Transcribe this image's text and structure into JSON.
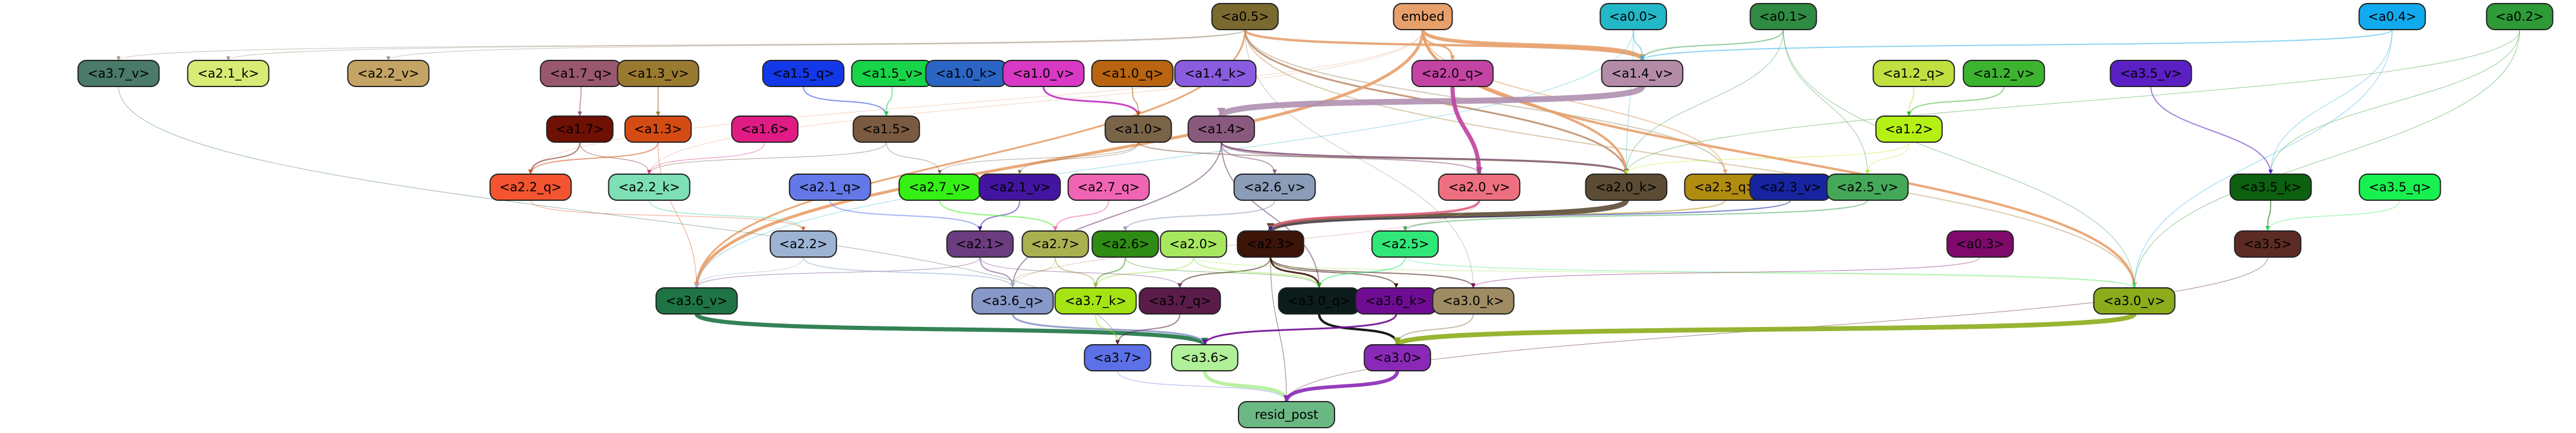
{
  "nodes": [
    {
      "id": "a0.5",
      "label": "<a0.5>",
      "color": "#7a6a30",
      "text": "#000000"
    },
    {
      "id": "embed",
      "label": "embed",
      "color": "#e8a06a",
      "text": "#000000"
    },
    {
      "id": "a0.0",
      "label": "<a0.0>",
      "color": "#22b8c8",
      "text": "#000000"
    },
    {
      "id": "a0.1",
      "label": "<a0.1>",
      "color": "#2f8a42",
      "text": "#000000"
    },
    {
      "id": "a0.4",
      "label": "<a0.4>",
      "color": "#12aaee",
      "text": "#000000"
    },
    {
      "id": "a0.2",
      "label": "<a0.2>",
      "color": "#2e9a38",
      "text": "#000000"
    },
    {
      "id": "a3.7_v",
      "label": "<a3.7_v>",
      "color": "#4a7a68",
      "text": "#000000"
    },
    {
      "id": "a2.1_k",
      "label": "<a2.1_k>",
      "color": "#d6ec74",
      "text": "#000000"
    },
    {
      "id": "a2.2_v",
      "label": "<a2.2_v>",
      "color": "#c4a464",
      "text": "#000000"
    },
    {
      "id": "a1.7_q",
      "label": "<a1.7_q>",
      "color": "#9a5870",
      "text": "#000000"
    },
    {
      "id": "a1.3_v",
      "label": "<a1.3_v>",
      "color": "#9a7a30",
      "text": "#000000"
    },
    {
      "id": "a1.5_q",
      "label": "<a1.5_q>",
      "color": "#1238e8",
      "text": "#000000"
    },
    {
      "id": "a1.5_v",
      "label": "<a1.5_v>",
      "color": "#18d448",
      "text": "#000000"
    },
    {
      "id": "a1.0_k",
      "label": "<a1.0_k>",
      "color": "#2c66c4",
      "text": "#000000"
    },
    {
      "id": "a1.0_v",
      "label": "<a1.0_v>",
      "color": "#d838c4",
      "text": "#000000"
    },
    {
      "id": "a1.0_q",
      "label": "<a1.0_q>",
      "color": "#b86410",
      "text": "#000000"
    },
    {
      "id": "a1.4_k",
      "label": "<a1.4_k>",
      "color": "#8a5ce0",
      "text": "#000000"
    },
    {
      "id": "a2.0_q",
      "label": "<a2.0_q>",
      "color": "#c444a4",
      "text": "#000000"
    },
    {
      "id": "a1.4_v",
      "label": "<a1.4_v>",
      "color": "#b48ca8",
      "text": "#000000"
    },
    {
      "id": "a1.2_q",
      "label": "<a1.2_q>",
      "color": "#c0e040",
      "text": "#000000"
    },
    {
      "id": "a1.2_v",
      "label": "<a1.2_v>",
      "color": "#3cb430",
      "text": "#000000"
    },
    {
      "id": "a3.5_v",
      "label": "<a3.5_v>",
      "color": "#5a20c4",
      "text": "#000000"
    },
    {
      "id": "a1.7",
      "label": "<a1.7>",
      "color": "#6e1004",
      "text": "#000000"
    },
    {
      "id": "a1.3",
      "label": "<a1.3>",
      "color": "#d44c14",
      "text": "#000000"
    },
    {
      "id": "a1.6",
      "label": "<a1.6>",
      "color": "#e01c84",
      "text": "#000000"
    },
    {
      "id": "a1.5",
      "label": "<a1.5>",
      "color": "#7a5a40",
      "text": "#000000"
    },
    {
      "id": "a1.0",
      "label": "<a1.0>",
      "color": "#7a6448",
      "text": "#000000"
    },
    {
      "id": "a1.4",
      "label": "<a1.4>",
      "color": "#8a5a7e",
      "text": "#000000"
    },
    {
      "id": "a1.2",
      "label": "<a1.2>",
      "color": "#b4f014",
      "text": "#000000"
    },
    {
      "id": "a2.2_q",
      "label": "<a2.2_q>",
      "color": "#f45430",
      "text": "#000000"
    },
    {
      "id": "a2.2_k",
      "label": "<a2.2_k>",
      "color": "#7ce0b4",
      "text": "#000000"
    },
    {
      "id": "a2.1_q",
      "label": "<a2.1_q>",
      "color": "#6478e8",
      "text": "#000000"
    },
    {
      "id": "a2.7_v",
      "label": "<a2.7_v>",
      "color": "#34f014",
      "text": "#000000"
    },
    {
      "id": "a2.1_v",
      "label": "<a2.1_v>",
      "color": "#4214a0",
      "text": "#000000"
    },
    {
      "id": "a2.7_q",
      "label": "<a2.7_q>",
      "color": "#f064b4",
      "text": "#000000"
    },
    {
      "id": "a2.6_v",
      "label": "<a2.6_v>",
      "color": "#8a9cb8",
      "text": "#000000"
    },
    {
      "id": "a2.0_v",
      "label": "<a2.0_v>",
      "color": "#ee7080",
      "text": "#000000"
    },
    {
      "id": "a2.0_k",
      "label": "<a2.0_k>",
      "color": "#5c4c34",
      "text": "#000000"
    },
    {
      "id": "a2.3_q",
      "label": "<a2.3_q>",
      "color": "#b08c10",
      "text": "#000000"
    },
    {
      "id": "a2.3_v",
      "label": "<a2.3_v>",
      "color": "#1624a0",
      "text": "#000000"
    },
    {
      "id": "a2.5_v",
      "label": "<a2.5_v>",
      "color": "#44a858",
      "text": "#000000"
    },
    {
      "id": "a3.5_k",
      "label": "<a3.5_k>",
      "color": "#0c6010",
      "text": "#000000"
    },
    {
      "id": "a3.5_q",
      "label": "<a3.5_q>",
      "color": "#18f050",
      "text": "#000000"
    },
    {
      "id": "a2.2",
      "label": "<a2.2>",
      "color": "#9cb4d4",
      "text": "#000000"
    },
    {
      "id": "a2.1",
      "label": "<a2.1>",
      "color": "#6c3c80",
      "text": "#000000"
    },
    {
      "id": "a2.7",
      "label": "<a2.7>",
      "color": "#aab050",
      "text": "#000000"
    },
    {
      "id": "a2.6",
      "label": "<a2.6>",
      "color": "#2e8c14",
      "text": "#000000"
    },
    {
      "id": "a2.0",
      "label": "<a2.0>",
      "color": "#a8e860",
      "text": "#000000"
    },
    {
      "id": "a2.3",
      "label": "<a2.3>",
      "color": "#3c1408",
      "text": "#000000"
    },
    {
      "id": "a2.5",
      "label": "<a2.5>",
      "color": "#30e878",
      "text": "#000000"
    },
    {
      "id": "a0.3",
      "label": "<a0.3>",
      "color": "#800a6c",
      "text": "#000000"
    },
    {
      "id": "a3.5",
      "label": "<a3.5>",
      "color": "#5c2c24",
      "text": "#000000"
    },
    {
      "id": "a3.6_v",
      "label": "<a3.6_v>",
      "color": "#1e7444",
      "text": "#000000"
    },
    {
      "id": "a3.6_q",
      "label": "<a3.6_q>",
      "color": "#8898c8",
      "text": "#000000"
    },
    {
      "id": "a3.7_k",
      "label": "<a3.7_k>",
      "color": "#a4e414",
      "text": "#000000"
    },
    {
      "id": "a3.7_q",
      "label": "<a3.7_q>",
      "color": "#5a1c48",
      "text": "#000000"
    },
    {
      "id": "a3.0_q",
      "label": "<a3.0_q>",
      "color": "#0c1c1c",
      "text": "#000000"
    },
    {
      "id": "a3.6_k",
      "label": "<a3.6_k>",
      "color": "#700c94",
      "text": "#000000"
    },
    {
      "id": "a3.0_k",
      "label": "<a3.0_k>",
      "color": "#a08c64",
      "text": "#000000"
    },
    {
      "id": "a3.0_v",
      "label": "<a3.0_v>",
      "color": "#8cac1c",
      "text": "#000000"
    },
    {
      "id": "a3.7",
      "label": "<a3.7>",
      "color": "#5c70e8",
      "text": "#000000"
    },
    {
      "id": "a3.6",
      "label": "<a3.6>",
      "color": "#b0f098",
      "text": "#000000"
    },
    {
      "id": "a3.0",
      "label": "<a3.0>",
      "color": "#8a28b8",
      "text": "#000000"
    },
    {
      "id": "resid_post",
      "label": "resid_post",
      "color": "#6cb884",
      "text": "#000000"
    }
  ],
  "edges": [
    {
      "from": "a0.5",
      "to": "a1.4_v",
      "color": "#e4a070",
      "weight": 4
    },
    {
      "from": "a0.5",
      "to": "a2.0_k",
      "color": "#c09070",
      "weight": 3
    },
    {
      "from": "a0.5",
      "to": "a3.6_v",
      "color": "#e8a06a",
      "weight": 3
    },
    {
      "from": "a0.5",
      "to": "a3.0_v",
      "color": "#c0a070",
      "weight": 2
    },
    {
      "from": "a0.5",
      "to": "a2.3_q",
      "color": "#b0a080",
      "weight": 2
    },
    {
      "from": "a0.5",
      "to": "a3.7_v",
      "color": "#a09080",
      "weight": 1
    },
    {
      "from": "a0.5",
      "to": "a2.1_k",
      "color": "#a09080",
      "weight": 1
    },
    {
      "from": "a0.5",
      "to": "a2.2_v",
      "color": "#a09080",
      "weight": 1
    },
    {
      "from": "a0.5",
      "to": "a3.0_k",
      "color": "#a09080",
      "weight": 1
    },
    {
      "from": "embed",
      "to": "a1.4_v",
      "color": "#e8a06a",
      "weight": 6
    },
    {
      "from": "embed",
      "to": "a2.0_q",
      "color": "#e8a06a",
      "weight": 3
    },
    {
      "from": "embed",
      "to": "a2.0_k",
      "color": "#e8a06a",
      "weight": 4
    },
    {
      "from": "embed",
      "to": "a3.6_v",
      "color": "#e8a06a",
      "weight": 5
    },
    {
      "from": "embed",
      "to": "a3.0_v",
      "color": "#e8a06a",
      "weight": 4
    },
    {
      "from": "embed",
      "to": "a2.3_q",
      "color": "#e8a06a",
      "weight": 2
    },
    {
      "from": "embed",
      "to": "a2.2_k",
      "color": "#e8b090",
      "weight": 1
    },
    {
      "from": "embed",
      "to": "a2.2_q",
      "color": "#e8b090",
      "weight": 1
    },
    {
      "from": "a0.0",
      "to": "a1.4_v",
      "color": "#40c0d0",
      "weight": 2
    },
    {
      "from": "a0.0",
      "to": "a2.0_k",
      "color": "#40c0d0",
      "weight": 1
    },
    {
      "from": "a0.0",
      "to": "a3.6_v",
      "color": "#40c0d0",
      "weight": 1
    },
    {
      "from": "a0.1",
      "to": "a1.4_v",
      "color": "#40a050",
      "weight": 2
    },
    {
      "from": "a0.1",
      "to": "a2.0_k",
      "color": "#40a050",
      "weight": 1
    },
    {
      "from": "a0.1",
      "to": "a3.0_v",
      "color": "#40a050",
      "weight": 1
    },
    {
      "from": "a0.1",
      "to": "a2.5_v",
      "color": "#40a050",
      "weight": 1
    },
    {
      "from": "a0.4",
      "to": "a1.4_v",
      "color": "#30b0e8",
      "weight": 2
    },
    {
      "from": "a0.4",
      "to": "a3.5_k",
      "color": "#30b0e8",
      "weight": 1
    },
    {
      "from": "a0.4",
      "to": "a3.0_v",
      "color": "#30b0e8",
      "weight": 1
    },
    {
      "from": "a0.2",
      "to": "a3.5_k",
      "color": "#40a040",
      "weight": 1
    },
    {
      "from": "a0.2",
      "to": "a2.0_k",
      "color": "#40a040",
      "weight": 1
    },
    {
      "from": "a0.2",
      "to": "a3.0_v",
      "color": "#40a040",
      "weight": 1
    },
    {
      "from": "a1.4_v",
      "to": "a1.4",
      "color": "#b090b0",
      "weight": 10
    },
    {
      "from": "a2.0_q",
      "to": "a2.0_v",
      "color": "#c040a0",
      "weight": 7
    },
    {
      "from": "a1.0_v",
      "to": "a1.0",
      "color": "#c030c0",
      "weight": 3
    },
    {
      "from": "a1.0_q",
      "to": "a1.0",
      "color": "#b06010",
      "weight": 2
    },
    {
      "from": "a1.5_q",
      "to": "a1.5",
      "color": "#1840e0",
      "weight": 2
    },
    {
      "from": "a1.5_v",
      "to": "a1.5",
      "color": "#20d050",
      "weight": 2
    },
    {
      "from": "a1.7_q",
      "to": "a1.7",
      "color": "#9a5870",
      "weight": 2
    },
    {
      "from": "a1.3_v",
      "to": "a1.3",
      "color": "#9a7a30",
      "weight": 2
    },
    {
      "from": "a1.2_q",
      "to": "a1.2",
      "color": "#c0e040",
      "weight": 2
    },
    {
      "from": "a1.2_v",
      "to": "a1.2",
      "color": "#3cb430",
      "weight": 2
    },
    {
      "from": "a3.5_v",
      "to": "a3.5_k",
      "color": "#5a20c4",
      "weight": 2
    },
    {
      "from": "a1.4",
      "to": "a2.0_k",
      "color": "#8a5a7e",
      "weight": 3
    },
    {
      "from": "a1.4",
      "to": "a2.0_v",
      "color": "#8a5a7e",
      "weight": 2
    },
    {
      "from": "a1.4",
      "to": "a2.6_v",
      "color": "#8a5a7e",
      "weight": 2
    },
    {
      "from": "a1.4",
      "to": "a3.6_q",
      "color": "#6a3a6e",
      "weight": 2
    },
    {
      "from": "a1.4",
      "to": "a3.0_q",
      "color": "#6a3a6e",
      "weight": 2
    },
    {
      "from": "a1.0",
      "to": "a2.0_k",
      "color": "#7a6448",
      "weight": 2
    },
    {
      "from": "a1.0",
      "to": "a2.7_v",
      "color": "#7a6448",
      "weight": 1
    },
    {
      "from": "a1.0",
      "to": "a2.1_v",
      "color": "#7a6448",
      "weight": 1
    },
    {
      "from": "a1.5",
      "to": "a2.2_k",
      "color": "#7a5a40",
      "weight": 1
    },
    {
      "from": "a1.5",
      "to": "a2.7_v",
      "color": "#7a5a40",
      "weight": 1
    },
    {
      "from": "a1.7",
      "to": "a2.2_q",
      "color": "#6e1004",
      "weight": 2
    },
    {
      "from": "a1.7",
      "to": "a2.2_k",
      "color": "#6e1004",
      "weight": 1
    },
    {
      "from": "a1.3",
      "to": "a2.2_q",
      "color": "#d44c14",
      "weight": 2
    },
    {
      "from": "a1.3",
      "to": "a3.6_v",
      "color": "#d44c14",
      "weight": 1
    },
    {
      "from": "a1.6",
      "to": "a2.2_k",
      "color": "#e01c84",
      "weight": 1
    },
    {
      "from": "a1.2",
      "to": "a2.0_k",
      "color": "#b4f014",
      "weight": 1
    },
    {
      "from": "a1.2",
      "to": "a2.5_v",
      "color": "#b4f014",
      "weight": 1
    },
    {
      "from": "a2.0_k",
      "to": "a2.3",
      "color": "#5c4c34",
      "weight": 9
    },
    {
      "from": "a2.0_v",
      "to": "a2.3",
      "color": "#e06080",
      "weight": 4
    },
    {
      "from": "a2.0_v",
      "to": "a3.6_q",
      "color": "#d090a0",
      "weight": 1
    },
    {
      "from": "a2.3_q",
      "to": "a2.3",
      "color": "#b08c10",
      "weight": 2
    },
    {
      "from": "a2.3_v",
      "to": "a2.3",
      "color": "#1624a0",
      "weight": 2
    },
    {
      "from": "a2.5_v",
      "to": "a2.5",
      "color": "#44a858",
      "weight": 2
    },
    {
      "from": "a2.2_k",
      "to": "a2.2",
      "color": "#7ce0b4",
      "weight": 2
    },
    {
      "from": "a2.2_q",
      "to": "a2.2",
      "color": "#f45430",
      "weight": 1
    },
    {
      "from": "a2.1_q",
      "to": "a2.1",
      "color": "#6478e8",
      "weight": 2
    },
    {
      "from": "a2.1_v",
      "to": "a2.1",
      "color": "#4214a0",
      "weight": 2
    },
    {
      "from": "a2.7_v",
      "to": "a2.7",
      "color": "#34f014",
      "weight": 2
    },
    {
      "from": "a2.7_q",
      "to": "a2.7",
      "color": "#f064b4",
      "weight": 2
    },
    {
      "from": "a2.6_v",
      "to": "a2.6",
      "color": "#8a9cb8",
      "weight": 2
    },
    {
      "from": "a3.5_k",
      "to": "a3.5",
      "color": "#0c6010",
      "weight": 2
    },
    {
      "from": "a3.5_q",
      "to": "a3.5",
      "color": "#18f050",
      "weight": 1
    },
    {
      "from": "a2.3",
      "to": "a3.0_q",
      "color": "#3c1408",
      "weight": 3
    },
    {
      "from": "a2.3",
      "to": "a3.6_k",
      "color": "#3c1408",
      "weight": 2
    },
    {
      "from": "a2.3",
      "to": "a3.0_k",
      "color": "#3c1408",
      "weight": 2
    },
    {
      "from": "a2.3",
      "to": "a3.7_q",
      "color": "#3c1408",
      "weight": 2
    },
    {
      "from": "a2.3",
      "to": "resid_post",
      "color": "#3c1408",
      "weight": 1
    },
    {
      "from": "a2.0",
      "to": "a3.0_q",
      "color": "#a8e860",
      "weight": 2
    },
    {
      "from": "a2.0",
      "to": "a3.7_k",
      "color": "#a8e860",
      "weight": 2
    },
    {
      "from": "a2.0",
      "to": "a3.0_v",
      "color": "#a8e860",
      "weight": 1
    },
    {
      "from": "a2.5",
      "to": "a3.0_q",
      "color": "#30e878",
      "weight": 2
    },
    {
      "from": "a2.5",
      "to": "a3.0_v",
      "color": "#30e878",
      "weight": 1
    },
    {
      "from": "a2.6",
      "to": "a3.7_k",
      "color": "#2e8c14",
      "weight": 2
    },
    {
      "from": "a2.6",
      "to": "a3.0_q",
      "color": "#2e8c14",
      "weight": 1
    },
    {
      "from": "a2.7",
      "to": "a3.7_k",
      "color": "#aab050",
      "weight": 2
    },
    {
      "from": "a2.7",
      "to": "a3.6_q",
      "color": "#aab050",
      "weight": 1
    },
    {
      "from": "a2.1",
      "to": "a3.6_q",
      "color": "#6c3c80",
      "weight": 2
    },
    {
      "from": "a2.1",
      "to": "a3.7_q",
      "color": "#6c3c80",
      "weight": 1
    },
    {
      "from": "a2.1",
      "to": "a3.6_v",
      "color": "#6c3c80",
      "weight": 1
    },
    {
      "from": "a2.2",
      "to": "a3.6_q",
      "color": "#9cb4d4",
      "weight": 2
    },
    {
      "from": "a2.2",
      "to": "a3.6_v",
      "color": "#9cb4d4",
      "weight": 1
    },
    {
      "from": "a0.3",
      "to": "a3.0_k",
      "color": "#800a6c",
      "weight": 1
    },
    {
      "from": "a3.5",
      "to": "resid_post",
      "color": "#5c2c24",
      "weight": 1
    },
    {
      "from": "a3.7_v",
      "to": "a3.7",
      "color": "#4a7a68",
      "weight": 1
    },
    {
      "from": "a3.6_v",
      "to": "a3.6",
      "color": "#1e7444",
      "weight": 7
    },
    {
      "from": "a3.6_q",
      "to": "a3.6",
      "color": "#8898c8",
      "weight": 3
    },
    {
      "from": "a3.7_k",
      "to": "a3.7",
      "color": "#a4e414",
      "weight": 2
    },
    {
      "from": "a3.7_q",
      "to": "a3.7",
      "color": "#5a1c48",
      "weight": 2
    },
    {
      "from": "a3.0_q",
      "to": "a3.0",
      "color": "#000000",
      "weight": 4
    },
    {
      "from": "a3.6_k",
      "to": "a3.6",
      "color": "#700c94",
      "weight": 3
    },
    {
      "from": "a3.0_k",
      "to": "a3.0",
      "color": "#a08c64",
      "weight": 2
    },
    {
      "from": "a3.0_v",
      "to": "a3.0",
      "color": "#8cac1c",
      "weight": 8
    },
    {
      "from": "a3.7",
      "to": "resid_post",
      "color": "#5c70e8",
      "weight": 1
    },
    {
      "from": "a3.6",
      "to": "resid_post",
      "color": "#b0f098",
      "weight": 6
    },
    {
      "from": "a3.0",
      "to": "resid_post",
      "color": "#8a28b8",
      "weight": 6
    }
  ]
}
